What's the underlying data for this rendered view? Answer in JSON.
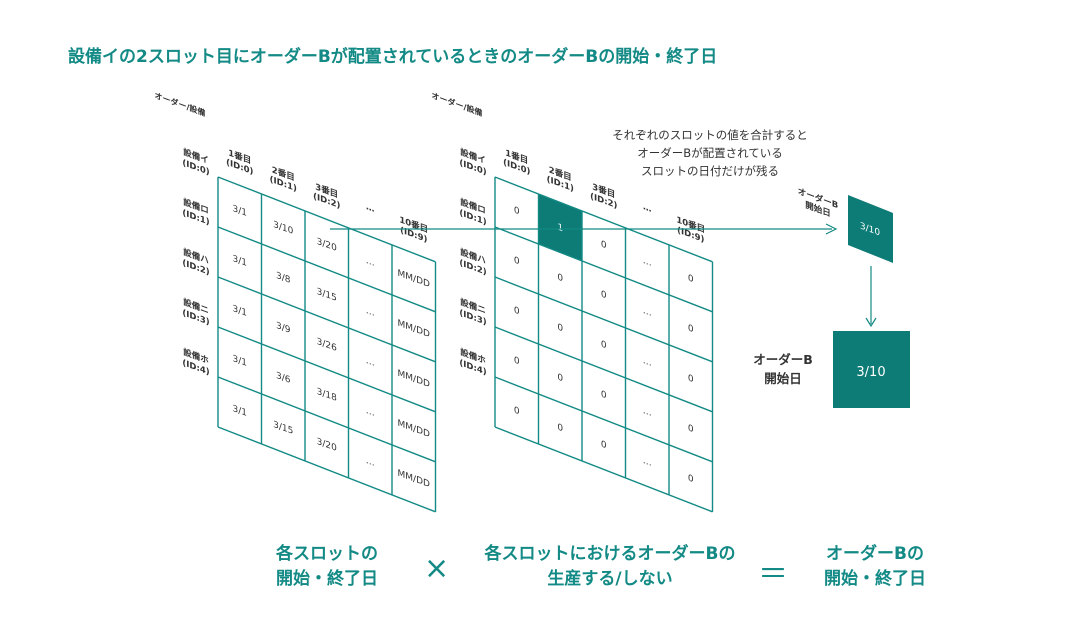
{
  "title": "設備イの2スロット目にオーダーBが配置されているときのオーダーBの開始・終了日",
  "colors": {
    "teal": "#138a85",
    "dark_teal": "#0d7b76",
    "text": "#333333"
  },
  "axis_label": "オーダー/設備",
  "slots": [
    {
      "label": "1番目",
      "id": "(ID:0)"
    },
    {
      "label": "2番目",
      "id": "(ID:1)"
    },
    {
      "label": "3番目",
      "id": "(ID:2)"
    },
    {
      "label": "…",
      "id": ""
    },
    {
      "label": "10番目",
      "id": "(ID:9)"
    }
  ],
  "equipment": [
    {
      "label": "設備イ",
      "id": "(ID:0)"
    },
    {
      "label": "設備ロ",
      "id": "(ID:1)"
    },
    {
      "label": "設備ハ",
      "id": "(ID:2)"
    },
    {
      "label": "設備ニ",
      "id": "(ID:3)"
    },
    {
      "label": "設備ホ",
      "id": "(ID:4)"
    }
  ],
  "date_matrix": [
    [
      "3/1",
      "3/10",
      "3/20",
      "…",
      "MM/DD"
    ],
    [
      "3/1",
      "3/8",
      "3/15",
      "…",
      "MM/DD"
    ],
    [
      "3/1",
      "3/9",
      "3/26",
      "…",
      "MM/DD"
    ],
    [
      "3/1",
      "3/6",
      "3/18",
      "…",
      "MM/DD"
    ],
    [
      "3/1",
      "3/15",
      "3/20",
      "…",
      "MM/DD"
    ]
  ],
  "binary_matrix": [
    [
      "0",
      "1",
      "0",
      "…",
      "0"
    ],
    [
      "0",
      "0",
      "0",
      "…",
      "0"
    ],
    [
      "0",
      "0",
      "0",
      "…",
      "0"
    ],
    [
      "0",
      "0",
      "0",
      "…",
      "0"
    ],
    [
      "0",
      "0",
      "0",
      "…",
      "0"
    ]
  ],
  "highlight_cell": {
    "row": 0,
    "col": 1
  },
  "note_lines": [
    "それぞれのスロットの値を合計すると",
    "オーダーBが配置されている",
    "スロットの日付だけが残る"
  ],
  "small_card": {
    "label_lines": [
      "オーダーB",
      "開始日"
    ],
    "value": "3/10"
  },
  "result_box": {
    "label_lines": [
      "オーダーB",
      "開始日"
    ],
    "value": "3/10"
  },
  "equation": {
    "term1_lines": [
      "各スロットの",
      "開始・終了日"
    ],
    "times": "×",
    "term2_lines": [
      "各スロットにおけるオーダーBの",
      "生産する/しない"
    ],
    "equals": "＝",
    "term3_lines": [
      "オーダーBの",
      "開始・終了日"
    ]
  }
}
